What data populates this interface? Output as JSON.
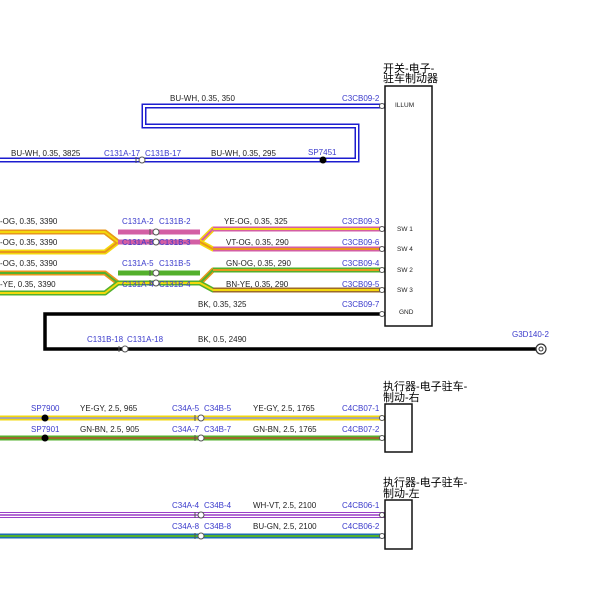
{
  "colors": {
    "blue": "#1c1ccf",
    "white": "#ffffff",
    "black": "#000000",
    "yellow": "#f3d80c",
    "orange": "#e8961c",
    "violet": "#d35ea4",
    "green": "#53b02c",
    "brown": "#9c6a2a",
    "gray": "#a8a8a8",
    "label_blue": "#3a3acc"
  },
  "components": {
    "switch": {
      "title_line1": "开关-电子-",
      "title_line2": "驻车制动器",
      "pins": {
        "illum": "ILLUM",
        "sw1": "SW 1",
        "sw4": "SW 4",
        "sw2": "SW 2",
        "sw3": "SW 3",
        "gnd": "GND"
      }
    },
    "actuator_right": {
      "title_line1": "执行器-电子驻车-",
      "title_line2": "制动-右"
    },
    "actuator_left": {
      "title_line1": "执行器-电子驻车-",
      "title_line2": "制动-左"
    }
  },
  "wires": {
    "illum_top": "BU-WH,  0.35,  350",
    "illum_left": "BU-WH,  0.35,  3825",
    "illum_mid": "BU-WH,  0.35,  295",
    "sw1_left": "-OG,  0.35,  3390",
    "sw1_right": "YE-OG,  0.35,  325",
    "sw4_left": "-OG,  0.35,  3390",
    "sw4_right": "VT-OG,  0.35,  290",
    "sw2_left": "-OG,  0.35,  3390",
    "sw2_right": "GN-OG,  0.35,  290",
    "sw3_left": "-YE,  0.35,  3390",
    "sw3_right": "BN-YE,  0.35,  290",
    "gnd_top": "BK,  0.35,  325",
    "gnd_bottom": "BK,  0.5,  2490",
    "rr1_left": "YE-GY,  2.5,  965",
    "rr1_right": "YE-GY,  2.5,  1765",
    "rr2_left": "GN-BN,  2.5,  905",
    "rr2_right": "GN-BN,  2.5,  1765",
    "lf1_right": "WH-VT,  2.5,  2100",
    "lf2_right": "BU-GN,  2.5,  2100"
  },
  "connectors": {
    "c3cb09_2": "C3CB09-2",
    "c3cb09_3": "C3CB09-3",
    "c3cb09_6": "C3CB09-6",
    "c3cb09_4": "C3CB09-4",
    "c3cb09_5": "C3CB09-5",
    "c3cb09_7": "C3CB09-7",
    "c131a_17": "C131A-17",
    "c131b_17": "C131B-17",
    "c131a_2": "C131A-2",
    "c131b_2": "C131B-2",
    "c131a_3": "C131A-3",
    "c131b_3": "C131B-3",
    "c131a_5": "C131A-5",
    "c131b_5": "C131B-5",
    "c131a_4": "C131A-4",
    "c131b_4": "C131B-4",
    "c131b_18": "C131B-18",
    "c131a_18": "C131A-18",
    "g3d140_2": "G3D140-2",
    "c34a_5": "C34A-5",
    "c34b_5": "C34B-5",
    "c34a_7": "C34A-7",
    "c34b_7": "C34B-7",
    "c34a_4": "C34A-4",
    "c34b_4": "C34B-4",
    "c34a_8": "C34A-8",
    "c34b_8": "C34B-8",
    "c4cb07_1": "C4CB07-1",
    "c4cb07_2": "C4CB07-2",
    "c4cb06_1": "C4CB06-1",
    "c4cb06_2": "C4CB06-2"
  },
  "splices": {
    "sp7451": "SP7451",
    "sp7900": "SP7900",
    "sp7901": "SP7901"
  }
}
